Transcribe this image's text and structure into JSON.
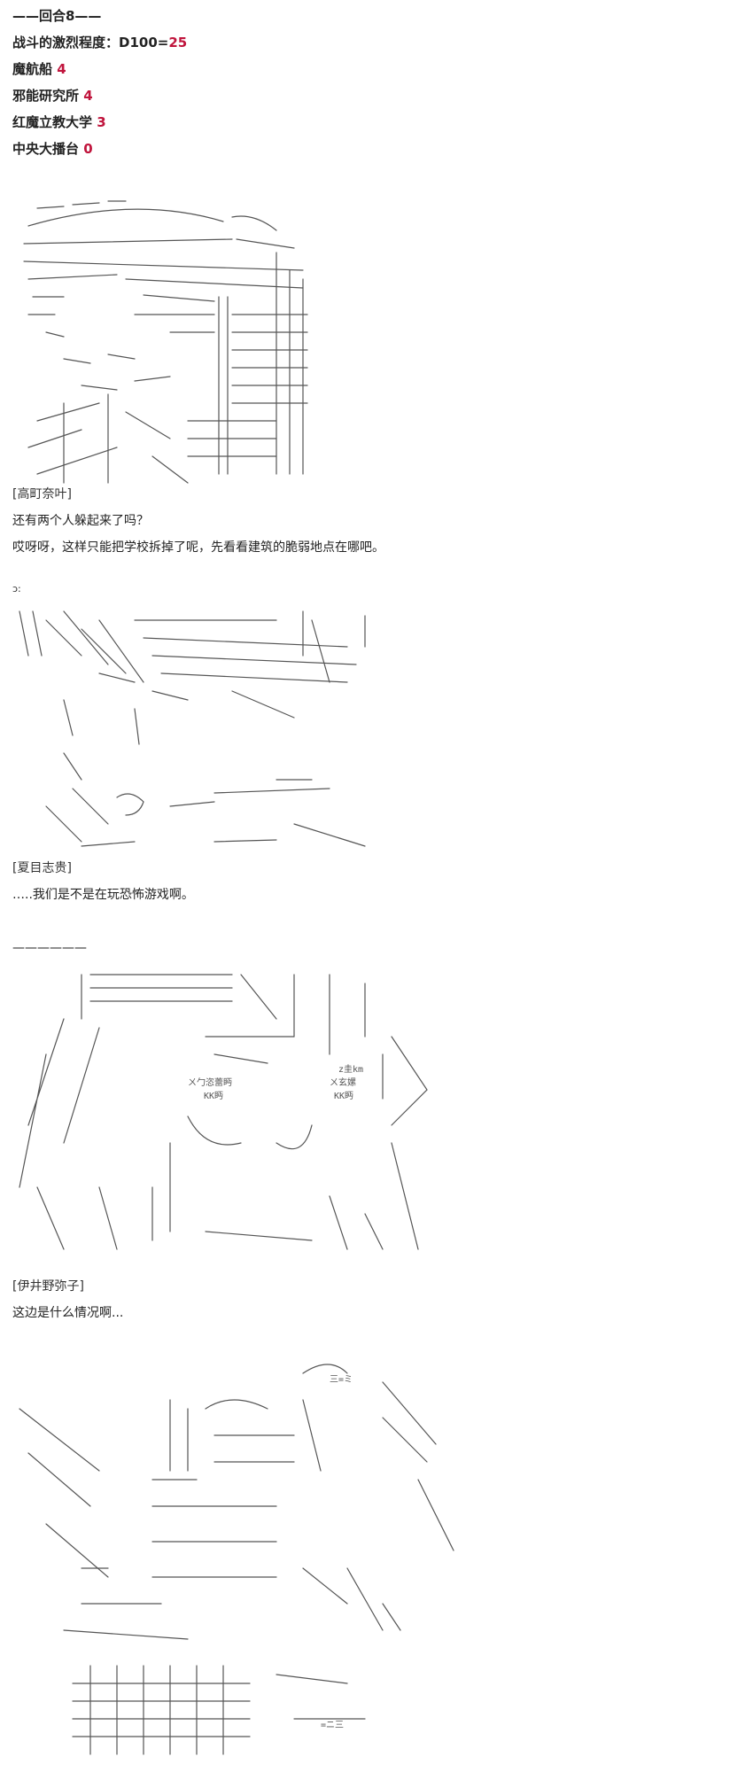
{
  "header": {
    "round": "——回合8——",
    "intensity_label": "战斗的激烈程度：D100=",
    "intensity_value": "25",
    "factions": [
      {
        "name": "魔航船",
        "score": "4"
      },
      {
        "name": "邪能研究所",
        "score": "4"
      },
      {
        "name": "红魔立教大学",
        "score": "3"
      },
      {
        "name": "中央大播台",
        "score": "0"
      }
    ]
  },
  "scenes": [
    {
      "speaker": "[高町奈叶]",
      "lines": [
        "还有两个人躲起来了吗？",
        "哎呀呀，这样只能把学校拆掉了呢，先看看建筑的脆弱地点在哪吧。"
      ]
    },
    {
      "marker": "ɔ:",
      "speaker": "[夏目志贵]",
      "lines": [
        "…..我们是不是在玩恐怖游戏啊。"
      ]
    },
    {
      "separator": "——————",
      "art_text": [
        "ㄨ勹恣蕾眄",
        "KK眄",
        "z圭km",
        "ㄨ玄嫘",
        "KK眄"
      ],
      "speaker": "[伊井野弥子]",
      "lines": [
        "这边是什么情况啊..."
      ]
    },
    {
      "art_text": [
        "三=ミ",
        "=ニ三"
      ]
    }
  ],
  "colors": {
    "accent": "#c0143c",
    "text": "#222222"
  }
}
